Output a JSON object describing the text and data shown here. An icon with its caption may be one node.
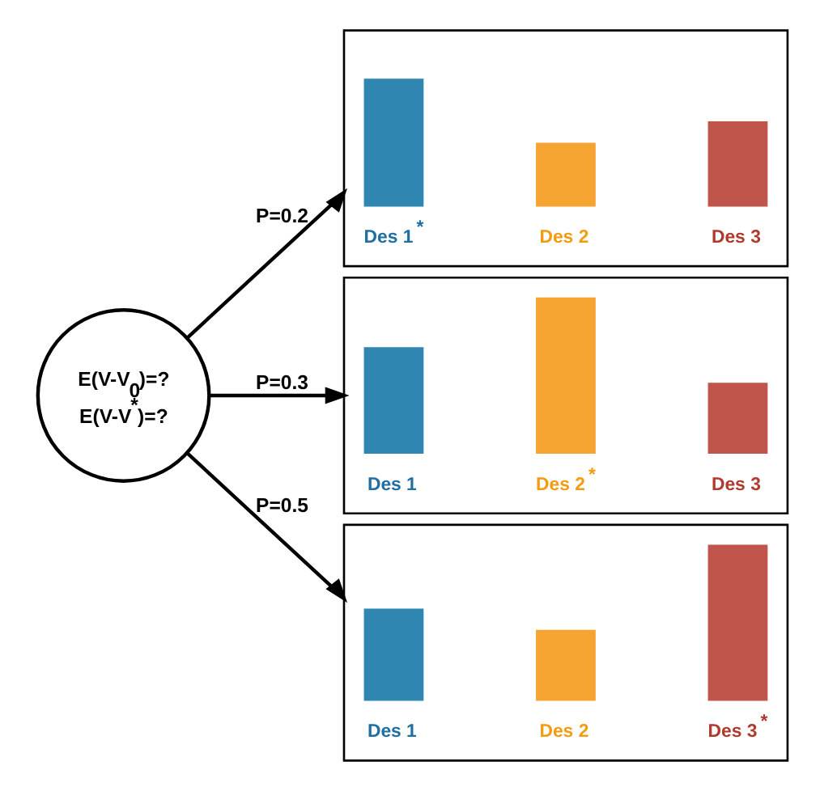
{
  "diagram": {
    "nodes": [
      {
        "text": [
          "E(V-V$_{0}$)=?",
          "E(V-V$^{*}$)=?"
        ]
      },
      {
        "text": [],
        "shape": "box"
      },
      {
        "text": [
          "Des 1$^{*}$"
        ],
        "in": 1
      },
      {
        "text": [
          "Des 2"
        ],
        "in": 1
      },
      {
        "text": [
          "Des 3"
        ],
        "in": 1
      },
      {
        "text": [],
        "shape": "box"
      },
      {
        "text": [
          "Des 1"
        ],
        "in": 5
      },
      {
        "text": [
          "Des 2$^{*}$"
        ],
        "in": 5
      },
      {
        "text": [
          "Des 3"
        ],
        "in": 5
      },
      {
        "text": [],
        "shape": "box"
      },
      {
        "text": [
          "Des 1"
        ],
        "in": 9
      },
      {
        "text": [
          "Des 2"
        ],
        "in": 9
      },
      {
        "text": [
          "Des 3$^{*}$"
        ],
        "in": 9
      }
    ],
    "edges": [
      {
        "from": 0,
        "to": 1,
        "arrow": "to",
        "label": "P=0.2"
      },
      {
        "from": 0,
        "to": 5,
        "arrow": "to",
        "label": "P=0.3"
      },
      {
        "from": 0,
        "to": 9,
        "arrow": "to",
        "label": "P=0.5"
      }
    ]
  }
}
